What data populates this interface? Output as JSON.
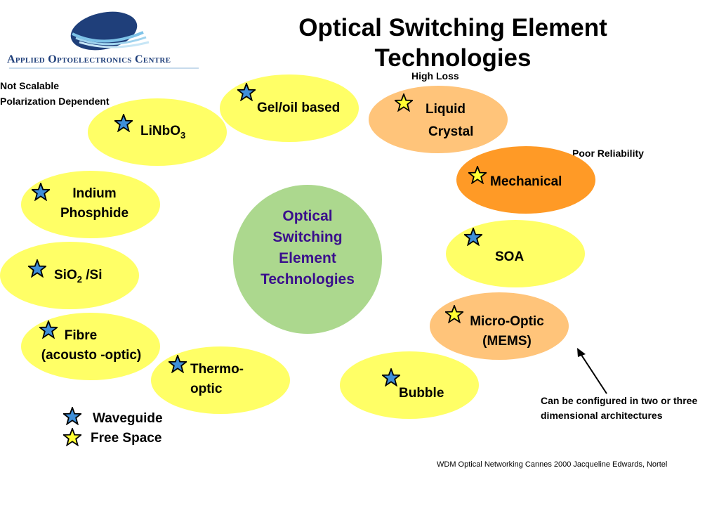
{
  "logo": {
    "org_name": "Applied Optoelectronics Centre"
  },
  "title": {
    "line1": "Optical Switching Element",
    "line2": "Technologies"
  },
  "center": {
    "l1": "Optical",
    "l2": "Switching",
    "l3": "Element",
    "l4": "Technologies"
  },
  "nodes": {
    "gel_oil": "Gel/oil based",
    "linbo3": {
      "base": "LiNbO",
      "sub": "3"
    },
    "indium_l1": "Indium",
    "indium_l2": "Phosphide",
    "sio2": {
      "base": "SiO",
      "sub": "2",
      "suffix": " /Si"
    },
    "fibre_l1": "Fibre",
    "fibre_l2": "(acousto -optic)",
    "thermo_l1": "Thermo-",
    "thermo_l2": "optic",
    "liquid_l1": "Liquid",
    "liquid_l2": "Crystal",
    "mechanical": "Mechanical",
    "soa": "SOA",
    "micro_l1": "Micro-Optic",
    "micro_l2": "(MEMS)",
    "bubble": "Bubble"
  },
  "notes": {
    "not_scalable": "Not Scalable",
    "polarization": "Polarization Dependent",
    "high_loss": "High Loss",
    "poor_reliability": "Poor Reliability",
    "configured_l1": "Can be configured in two or three",
    "configured_l2": "dimensional architectures",
    "footer": "WDM Optical Networking Cannes 2000 Jacqueline Edwards, Nortel"
  },
  "legend": {
    "waveguide": "Waveguide",
    "free_space": "Free Space"
  },
  "colors": {
    "waveguide_star": "#3f8fd9",
    "free_space_star": "#ffff33",
    "yellow_node": "#ffff66",
    "light_orange_node": "#ffc47a",
    "orange_node": "#ff9a26",
    "center_node": "#acd88e",
    "center_text": "#3a0f8c"
  }
}
